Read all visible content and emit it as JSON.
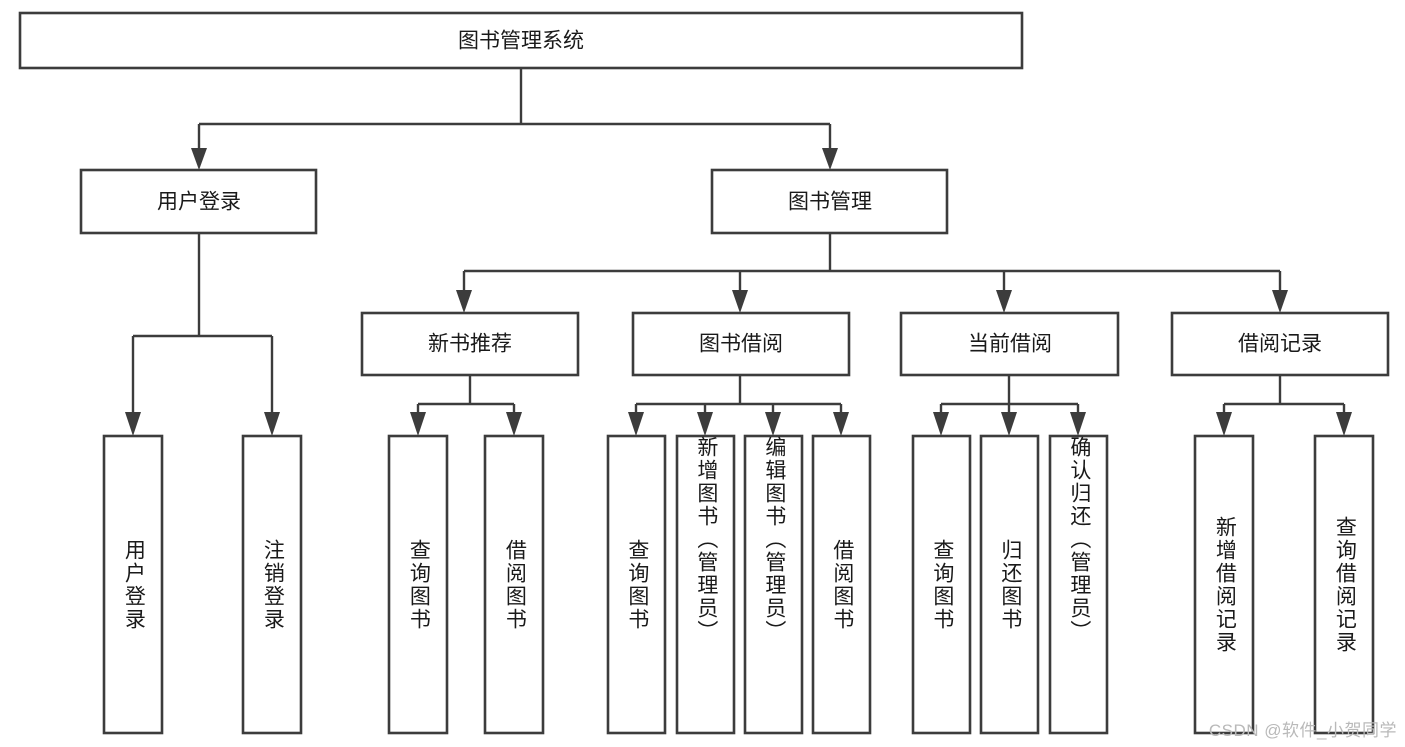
{
  "diagram": {
    "type": "tree-hierarchy-chart",
    "title_text": "图书管理系统",
    "watermark": "CSDN @软件_小贺同学",
    "colors": {
      "box_stroke": "#3c3c3c",
      "box_fill": "#ffffff",
      "text": "#1a1a1a",
      "connector": "#3c3c3c",
      "watermark": "#b9b9b9",
      "background": "#ffffff"
    },
    "root": {
      "label": "图书管理系统"
    },
    "level1": [
      {
        "label": "用户登录"
      },
      {
        "label": "图书管理"
      }
    ],
    "level2": [
      {
        "label": "新书推荐"
      },
      {
        "label": "图书借阅"
      },
      {
        "label": "当前借阅"
      },
      {
        "label": "借阅记录"
      }
    ],
    "leaves": {
      "user_login": [
        {
          "label": "用户登录"
        },
        {
          "label": "注销登录"
        }
      ],
      "new_book_recommend": [
        {
          "label": "查询图书"
        },
        {
          "label": "借阅图书"
        }
      ],
      "book_borrow": [
        {
          "label": "查询图书"
        },
        {
          "label": "新增图书（管理员）"
        },
        {
          "label": "编辑图书（管理员）"
        },
        {
          "label": "借阅图书"
        }
      ],
      "current_borrow": [
        {
          "label": "查询图书"
        },
        {
          "label": "归还图书"
        },
        {
          "label": "确认归还（管理员）"
        }
      ],
      "borrow_record": [
        {
          "label": "新增借阅记录"
        },
        {
          "label": "查询借阅记录"
        }
      ]
    }
  }
}
